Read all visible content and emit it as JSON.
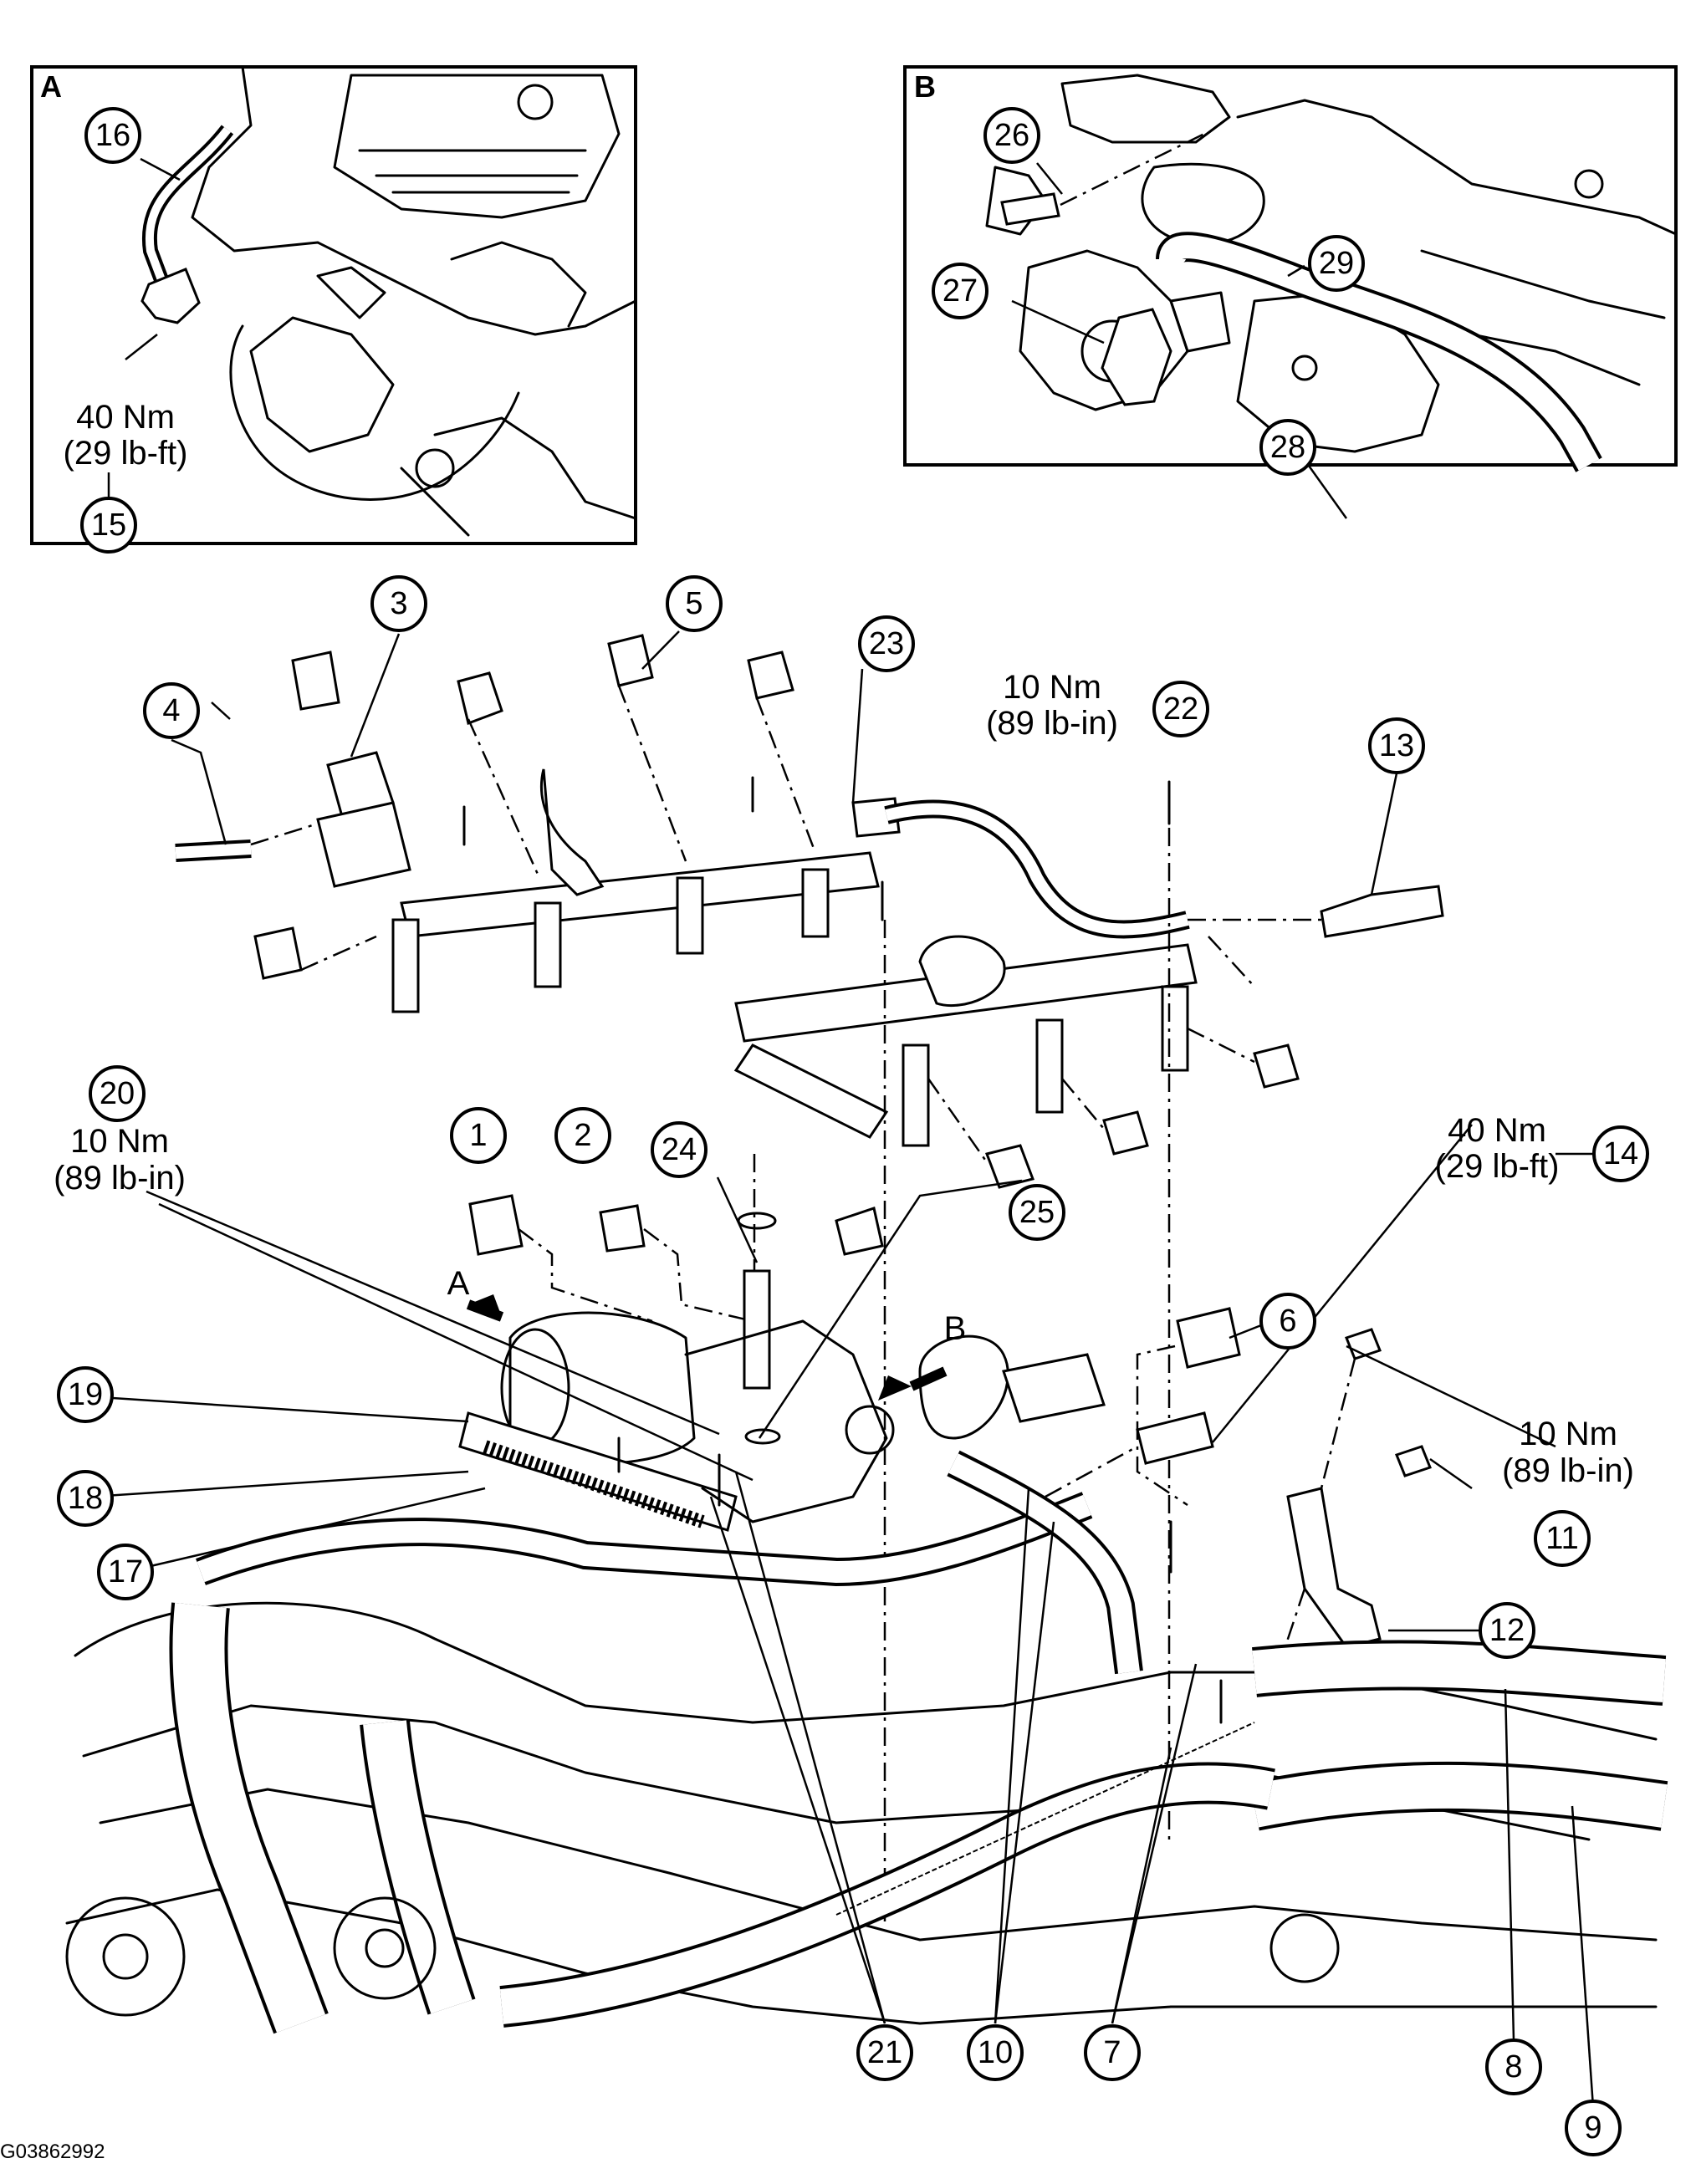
{
  "figure_id": "G03862992",
  "insets": [
    {
      "id": "A",
      "label": "A"
    },
    {
      "id": "B",
      "label": "B"
    }
  ],
  "view_arrows": [
    {
      "label": "A"
    },
    {
      "label": "B"
    }
  ],
  "callouts": [
    "1",
    "2",
    "3",
    "4",
    "5",
    "6",
    "7",
    "8",
    "9",
    "10",
    "11",
    "12",
    "13",
    "14",
    "15",
    "16",
    "17",
    "18",
    "19",
    "20",
    "21",
    "22",
    "23",
    "24",
    "25",
    "26",
    "27",
    "28",
    "29"
  ],
  "torque_specs": [
    {
      "callout": "15",
      "line1": "40 Nm",
      "line2": "(29 lb-ft)"
    },
    {
      "callout": "22",
      "line1": "10 Nm",
      "line2": "(89 lb-in)"
    },
    {
      "callout": "20",
      "line1": "10 Nm",
      "line2": "(89 lb-in)"
    },
    {
      "callout": "14",
      "line1": "40 Nm",
      "line2": "(29 lb-ft)"
    },
    {
      "callout": "11",
      "line1": "10 Nm",
      "line2": "(89 lb-in)"
    }
  ]
}
